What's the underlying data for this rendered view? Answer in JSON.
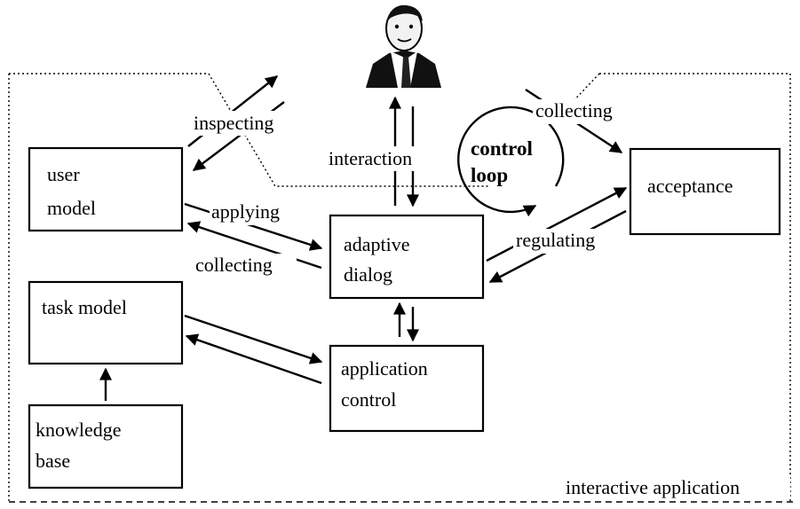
{
  "diagram": {
    "nodes": {
      "user_model": [
        "user",
        "model"
      ],
      "task_model": [
        "task model"
      ],
      "knowledge_base": [
        "knowledge",
        "base"
      ],
      "adaptive_dialog": [
        "adaptive",
        "dialog"
      ],
      "application_control": [
        "application",
        "control"
      ],
      "acceptance": [
        "acceptance"
      ]
    },
    "control_loop": [
      "control",
      "loop"
    ],
    "edge_labels": {
      "inspecting": "inspecting",
      "interaction": "interaction",
      "collecting_top": "collecting",
      "applying": "applying",
      "collecting_left": "collecting",
      "regulating": "regulating"
    },
    "region_label": "interactive application",
    "user_figure": "person-icon"
  }
}
